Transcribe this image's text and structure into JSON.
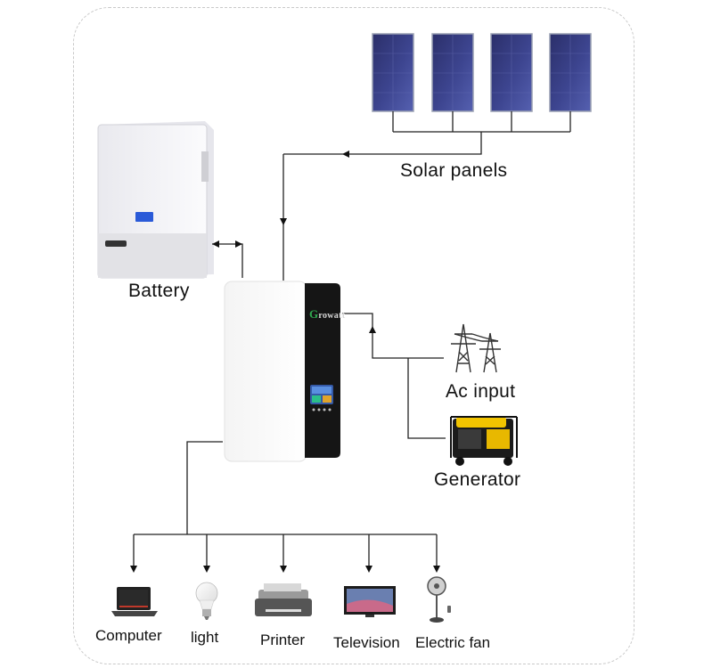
{
  "labels": {
    "solar": "Solar panels",
    "battery": "Battery",
    "ac_input": "Ac input",
    "generator": "Generator"
  },
  "inverter": {
    "brand_initial": "G",
    "brand_rest": "rowatt"
  },
  "loads": [
    {
      "label": "Computer"
    },
    {
      "label": "light"
    },
    {
      "label": "Printer"
    },
    {
      "label": "Television"
    },
    {
      "label": "Electric fan"
    }
  ]
}
